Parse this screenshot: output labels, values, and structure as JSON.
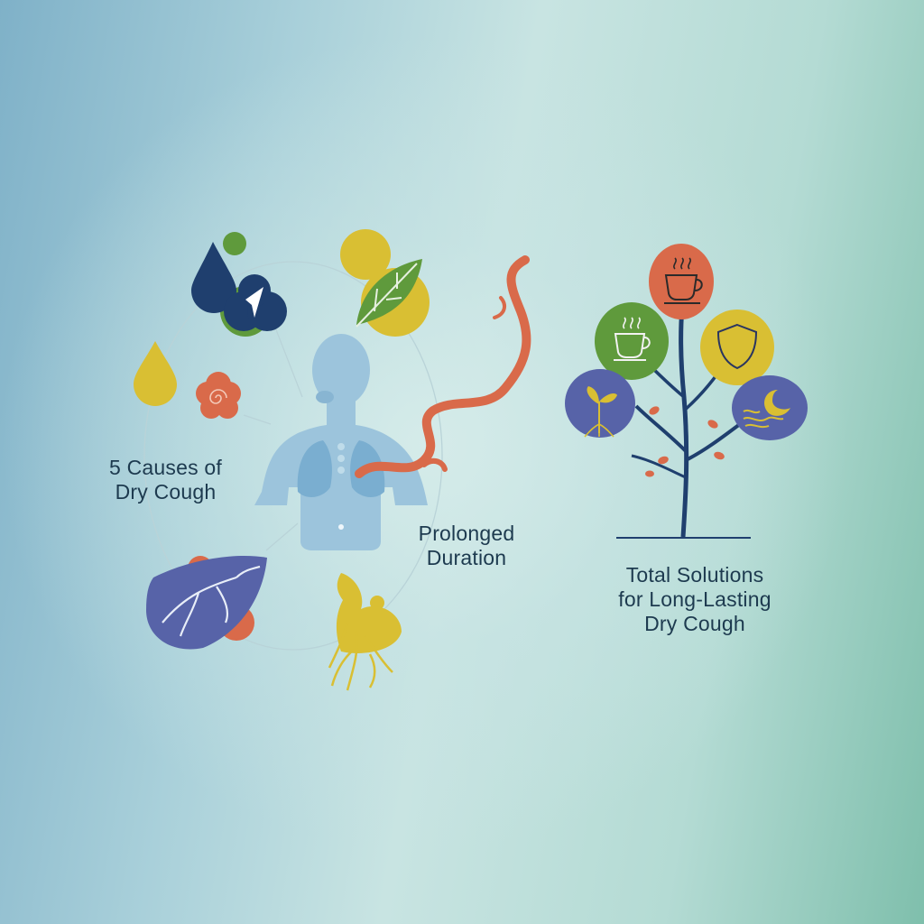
{
  "causes": {
    "line1": "5 Causes of",
    "line2": "Dry Cough"
  },
  "duration": {
    "line1": "Prolonged",
    "line2": "Duration"
  },
  "solutions": {
    "line1": "Total Solutions",
    "line2": "for Long-Lasting",
    "line3": "Dry Cough"
  },
  "colors": {
    "navy": "#1f3f6e",
    "green": "#5f9a3c",
    "yellow": "#d9bf33",
    "orange": "#d96a4a",
    "purple": "#5763a8",
    "body": "#9cc4dc",
    "text": "#1d3a4f"
  },
  "icons": {
    "causes": [
      "water-drops-icon",
      "leaf-icon",
      "yellow-drop-icon",
      "rose-icon",
      "liver-icon",
      "root-icon"
    ],
    "solutions": [
      "tea-cup-icon",
      "hot-drink-icon",
      "shield-icon",
      "sprout-icon",
      "moon-waves-icon"
    ]
  }
}
